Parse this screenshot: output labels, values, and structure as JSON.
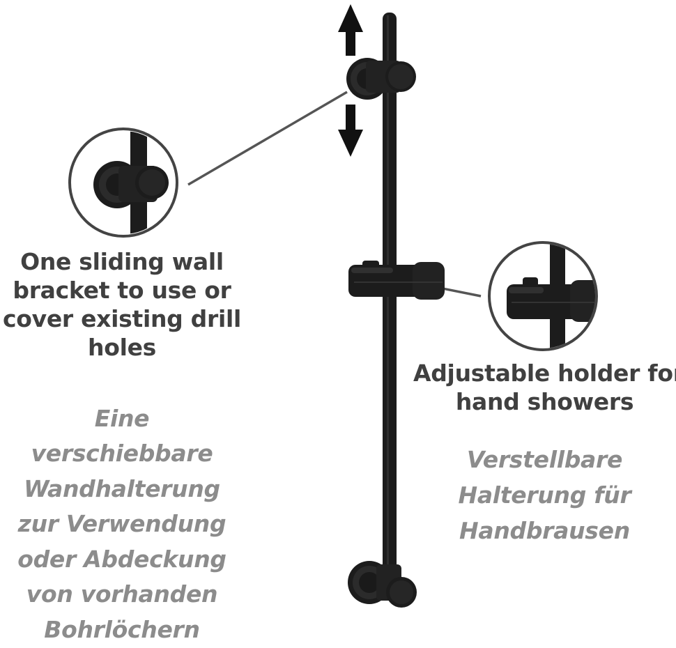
{
  "callouts": {
    "wall_bracket": {
      "english_lines": [
        "One sliding wall",
        "bracket to use or",
        "cover existing drill",
        "holes"
      ],
      "german_lines": [
        "Eine",
        "verschiebbare",
        "Wandhalterung",
        "zur Verwendung",
        "oder Abdeckung",
        "von vorhanden",
        "Bohrlöchern"
      ]
    },
    "holder": {
      "english_lines": [
        "Adjustable holder for",
        "hand showers"
      ],
      "german_lines": [
        "Verstellbare",
        "Halterung für",
        "Handbrausen"
      ]
    }
  },
  "colors": {
    "product_black": "#1c1c1c",
    "english_text": "#404040",
    "german_text": "#8c8c8c",
    "callout_line": "#555555"
  },
  "icons": [
    "arrow-up-icon",
    "arrow-down-icon"
  ]
}
